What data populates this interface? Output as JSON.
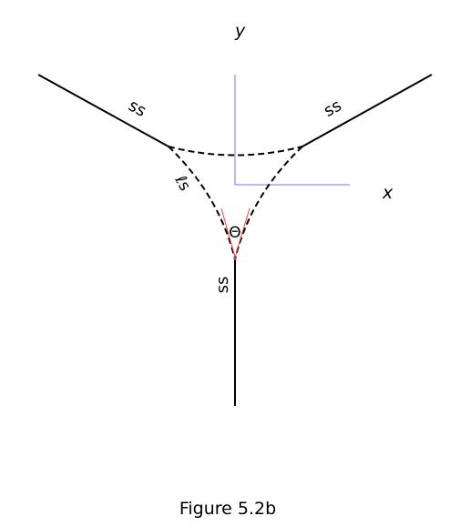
{
  "labels": {
    "y_axis": "y",
    "x_axis": "x",
    "left_branch": "ss",
    "right_branch": "ss",
    "stem": "ss",
    "dashed_left": "ℓs",
    "angle": "Θ"
  },
  "caption": "Figure 5.2b",
  "colors": {
    "lines": "#000000",
    "axes": "#7777ee",
    "tangents": "#ee4444"
  }
}
